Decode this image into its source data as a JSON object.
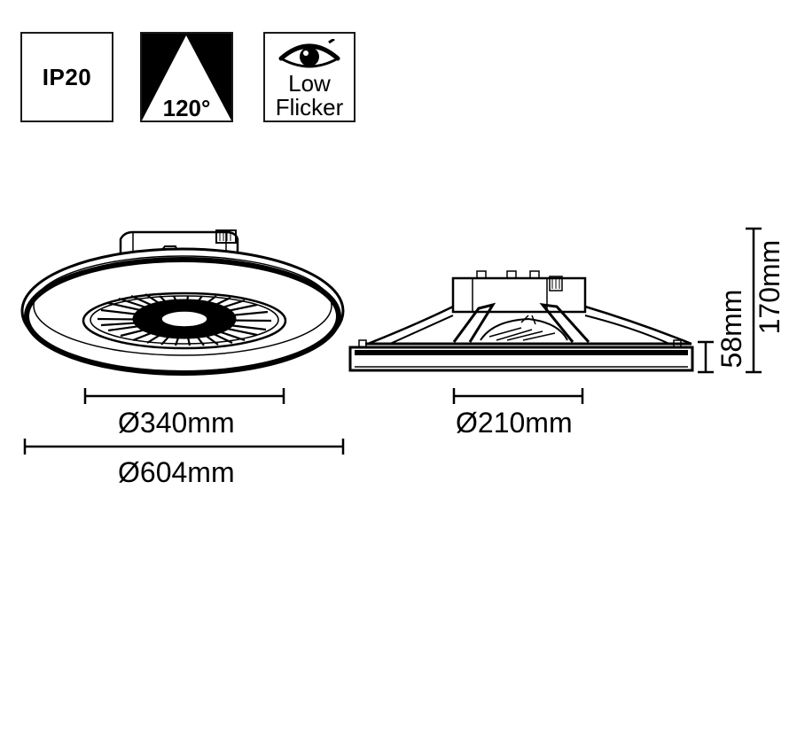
{
  "badges": {
    "ip_rating": "IP20",
    "beam_angle": "120°",
    "flicker_line1": "Low",
    "flicker_line2": "Flicker"
  },
  "dimensions": {
    "inner_diameter": "Ø340mm",
    "outer_diameter": "Ø604mm",
    "base_diameter": "Ø210mm",
    "body_height": "58mm",
    "total_height": "170mm"
  }
}
